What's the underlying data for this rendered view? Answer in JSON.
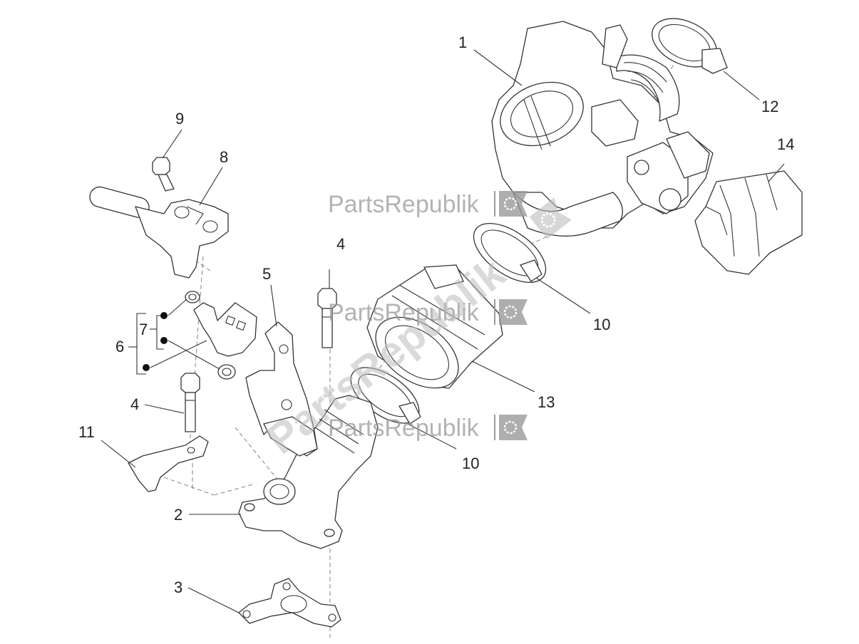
{
  "watermark": {
    "text": "PartsRepublik",
    "icon": "gear-flag-icon"
  },
  "callouts": [
    "1",
    "2",
    "3",
    "4",
    "4",
    "5",
    "6",
    "7",
    "8",
    "9",
    "10",
    "10",
    "11",
    "12",
    "13",
    "14"
  ],
  "colors": {
    "line": "#333333",
    "watermark": "#9a9a9a",
    "background": "#ffffff"
  }
}
